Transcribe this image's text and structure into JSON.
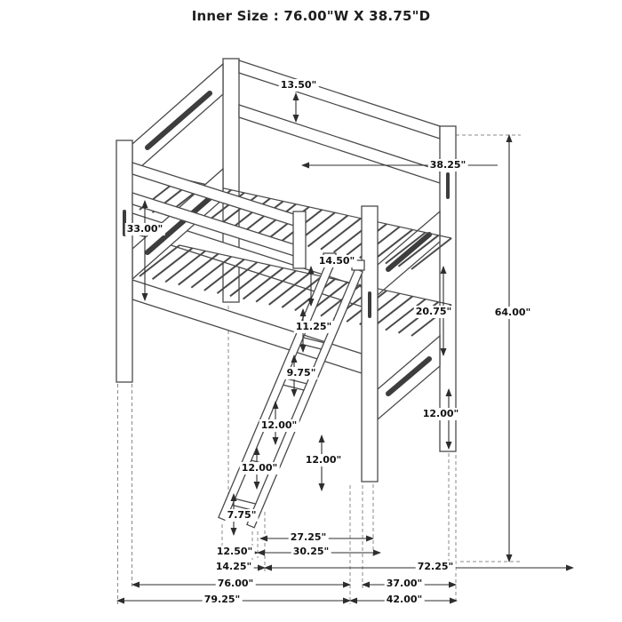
{
  "title": "Inner Size : 76.00\"W X 38.75\"D",
  "dims": [
    {
      "id": "rail-gap",
      "text": "13.50\""
    },
    {
      "id": "rail-length",
      "text": "38.25\""
    },
    {
      "id": "bunk-spacing",
      "text": "33.00\""
    },
    {
      "id": "guardrail-height",
      "text": "14.50\""
    },
    {
      "id": "footboard-gap",
      "text": "20.75\""
    },
    {
      "id": "overall-height",
      "text": "64.00\""
    },
    {
      "id": "ladder-space-1",
      "text": "11.25\""
    },
    {
      "id": "ladder-space-2",
      "text": "9.75\""
    },
    {
      "id": "ladder-space-3",
      "text": "12.00\""
    },
    {
      "id": "ladder-space-4",
      "text": "12.00\""
    },
    {
      "id": "front-rail-height",
      "text": "12.00\""
    },
    {
      "id": "side-rail-height",
      "text": "12.00\""
    },
    {
      "id": "ladder-bottom-space",
      "text": "7.75\""
    },
    {
      "id": "ladder-reach-inner",
      "text": "27.25\""
    },
    {
      "id": "ladder-width-inner",
      "text": "12.50\""
    },
    {
      "id": "ladder-reach-outer",
      "text": "30.25\""
    },
    {
      "id": "ladder-width-outer",
      "text": "14.25\""
    },
    {
      "id": "inner-length-right",
      "text": "72.25\""
    },
    {
      "id": "inner-width",
      "text": "76.00\""
    },
    {
      "id": "inner-depth",
      "text": "37.00\""
    },
    {
      "id": "overall-width",
      "text": "79.25\""
    },
    {
      "id": "overall-depth",
      "text": "42.00\""
    }
  ]
}
